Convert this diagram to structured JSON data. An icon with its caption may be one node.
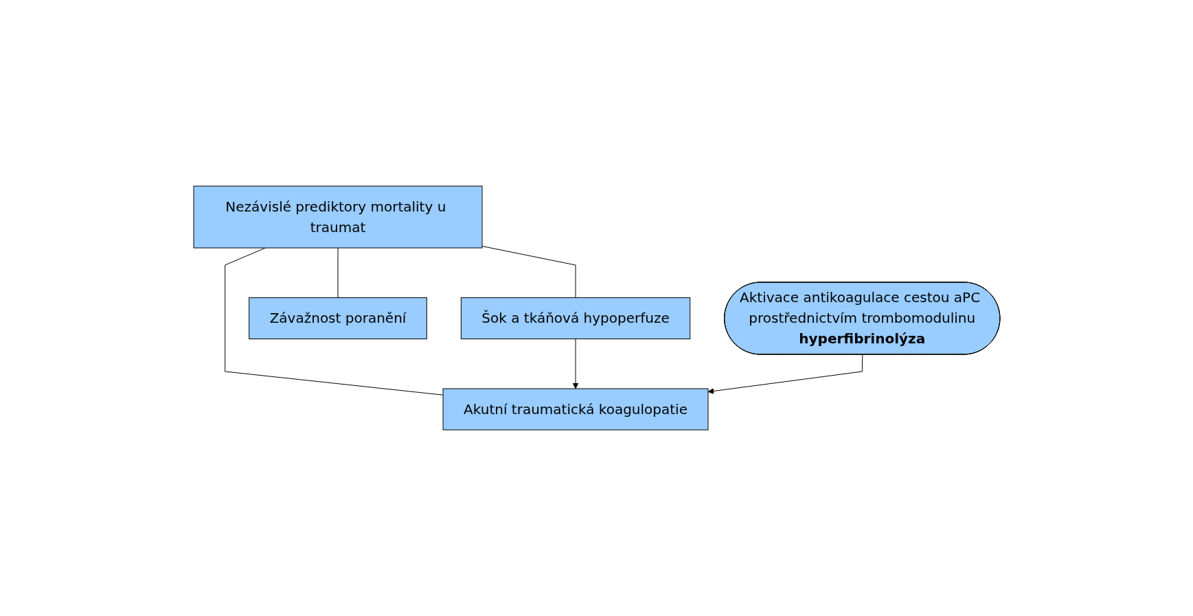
{
  "diagram": {
    "nodes": [
      {
        "text": [
          "Nezávislé prediktory mortality u traumat"
        ]
      },
      {
        "text": [
          "Aktivace antikoagulace cestou aPC prostřednictvím trombomodulinu",
          "hyperfibrinolýza"
        ]
      },
      {
        "text": [
          "Závažnost poranění"
        ]
      },
      {
        "text": [
          "Šok a tkáňová hypoperfuze"
        ]
      },
      {
        "text": [
          "Akutní traumatická koagulopatie"
        ]
      }
    ],
    "edges": [
      {
        "from": 0,
        "to": 2,
        "arrow": "none"
      },
      {
        "from": 0,
        "to": 3,
        "arrow": "none"
      },
      {
        "from": 0,
        "to": 4,
        "arrow": "none"
      },
      {
        "from": 3,
        "to": 4,
        "arrow": "to"
      },
      {
        "from": 1,
        "to": 4,
        "arrow": "to"
      }
    ]
  }
}
